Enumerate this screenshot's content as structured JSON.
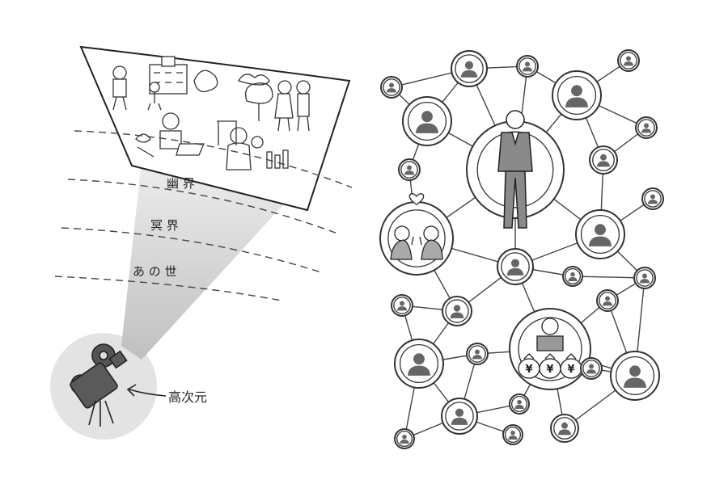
{
  "left_panel": {
    "realm_labels": [
      "幽 界",
      "冥 界",
      "あ の 世"
    ],
    "projector_label": "高次元",
    "icons": [
      "projector-icon",
      "arrow-left-icon"
    ]
  },
  "right_panel": {
    "icons": [
      "person-silhouette-icon",
      "businessman-icon",
      "couple-toast-icon",
      "heart-icon",
      "money-bag-icon"
    ],
    "money_symbols": [
      "¥",
      "¥",
      "¥"
    ],
    "network_node_count": 29
  },
  "colors": {
    "background": "#ffffff",
    "line": "#333333",
    "silhouette": "#666666",
    "beam": "#d9d9d9",
    "projector_circle": "#e6e6e6"
  }
}
